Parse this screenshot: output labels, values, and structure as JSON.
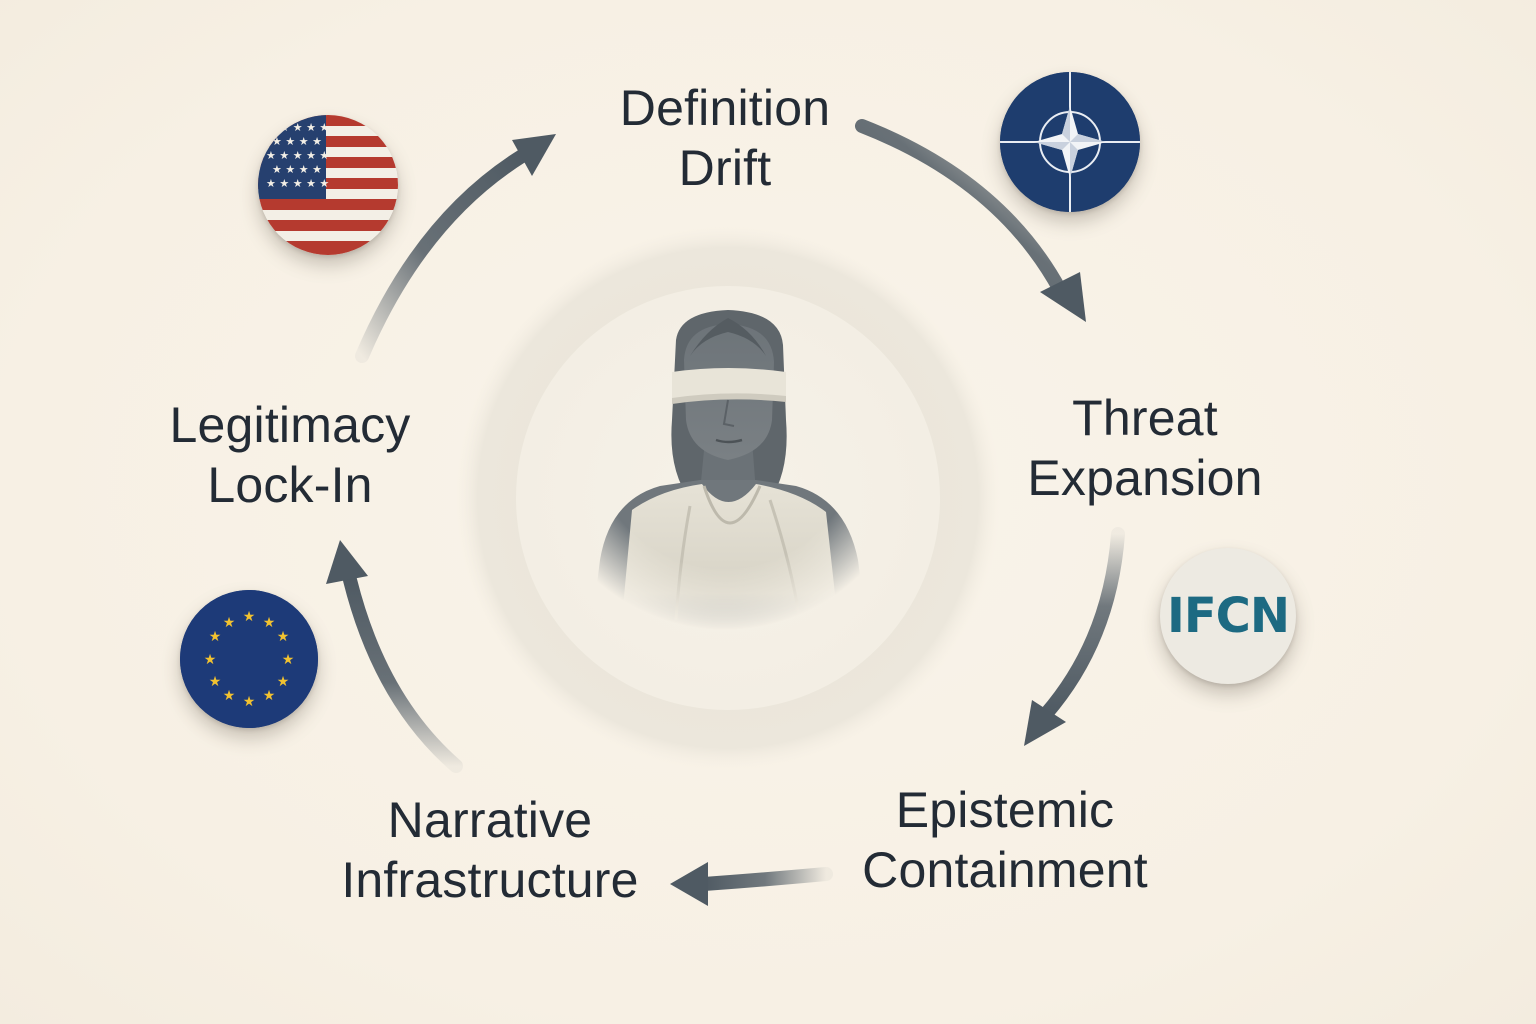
{
  "stages": {
    "definition_drift": {
      "line1": "Definition",
      "line2": "Drift"
    },
    "threat_expansion": {
      "line1": "Threat",
      "line2": "Expansion"
    },
    "epistemic_containment": {
      "line1": "Epistemic",
      "line2": "Containment"
    },
    "narrative_infrastructure": {
      "line1": "Narrative",
      "line2": "Infrastructure"
    },
    "legitimacy_lock_in": {
      "line1": "Legitimacy",
      "line2": "Lock-In"
    }
  },
  "emblems": {
    "us_flag": {
      "icon": "us-flag-icon"
    },
    "nato": {
      "icon": "nato-compass-icon"
    },
    "eu_flag": {
      "icon": "eu-flag-icon"
    },
    "ifcn": {
      "text": "IFCN"
    }
  },
  "center": {
    "icon": "blindfolded-justice-bust-icon"
  },
  "colors": {
    "background": "#f8f2e8",
    "arrow": "#4f5a63",
    "text": "#232b35",
    "nato_blue": "#1e3d6e",
    "eu_blue": "#1d3a78",
    "eu_star": "#f2c230",
    "ifcn_teal": "#1d6a82",
    "us_red": "#b53a2f",
    "us_blue": "#26406f"
  }
}
